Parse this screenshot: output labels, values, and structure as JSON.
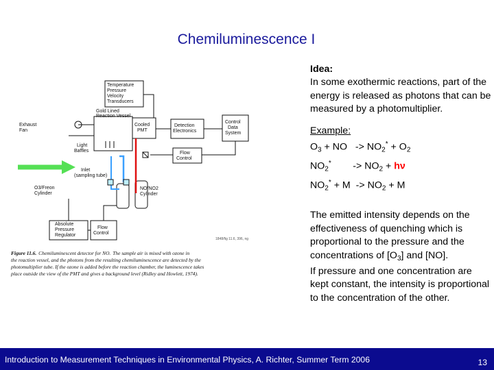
{
  "title": "Chemiluminescence I",
  "idea": {
    "heading": "Idea:",
    "text": "In some exothermic reactions, part of the energy is released as photons that can be measured by a photomultiplier."
  },
  "example": {
    "heading": "Example:",
    "r1": {
      "a": "O",
      "a_sub": "3",
      "b": " + NO   -> NO",
      "c_sub": "2",
      "c_sup": "*",
      "d": " + O",
      "d_sub": "2"
    },
    "r2": {
      "a": "NO",
      "a_sub": "2",
      "a_sup": "*",
      "b": "        -> NO",
      "b_sub": "2",
      "c": " + ",
      "hv": "hν"
    },
    "r3": {
      "a": "NO",
      "a_sub": "2",
      "a_sup": "*",
      "b": " + M  -> NO",
      "b_sub": "2",
      "c": " + M"
    }
  },
  "paragraph": {
    "p1": "The emitted intensity depends on the effectiveness of quenching which is proportional to the pressure and the concentrations of [O",
    "p1_sub": "3",
    "p1_end": "] and [NO].",
    "p2": "If pressure and one concentration are kept constant, the intensity is proportional to the concentration of the other."
  },
  "figure": {
    "labels": {
      "transducers": [
        "Temperature",
        "Pressure",
        "Velocity",
        "Transducers"
      ],
      "gold_vessel": [
        "Gold Lined",
        "Reaction Vessel"
      ],
      "exhaust": [
        "Exhaust",
        "Fan"
      ],
      "cooled_pmt": [
        "Cooled",
        "PMT"
      ],
      "detection": [
        "Detection",
        "Electronics"
      ],
      "control": [
        "Control",
        "Data",
        "System"
      ],
      "light_baffles": [
        "Light",
        "Baffles"
      ],
      "flow_control": [
        "Flow",
        "Control"
      ],
      "inlet": [
        "Inlet",
        "(sampling tube)"
      ],
      "o3_cyl": [
        "O3/Freon",
        "Cylinder"
      ],
      "no_cyl": [
        "NO/NO2",
        "Cylinder"
      ],
      "abs_reg": [
        "Absolute",
        "Pressure",
        "Regulator"
      ],
      "flow_control2": [
        "Flow",
        "Control"
      ],
      "ref": "1848/fig 11.6, 396, ng"
    },
    "caption": {
      "label": "Figure 11.6.",
      "title": "Chemiluminescent detector for NO.",
      "lines": [
        "The sample air is mixed with ozone in",
        "the reaction vessel, and the photons from the resulting chemiluminescence are detected by the",
        "photomultiplier tube. If the ozone is added before the reaction chamber, the luminescence takes",
        "place outside the view of the PMT and gives a background level (Ridley and Howlett, 1974)."
      ]
    },
    "colors": {
      "arrow": "#55e055",
      "red_line": "#e01010",
      "blue_line": "#3aa0ff"
    }
  },
  "footer": {
    "text": "Introduction to Measurement Techniques in Environmental Physics, A. Richter, Summer Term 2006",
    "page": "13",
    "bg": "#0b0b8f"
  }
}
